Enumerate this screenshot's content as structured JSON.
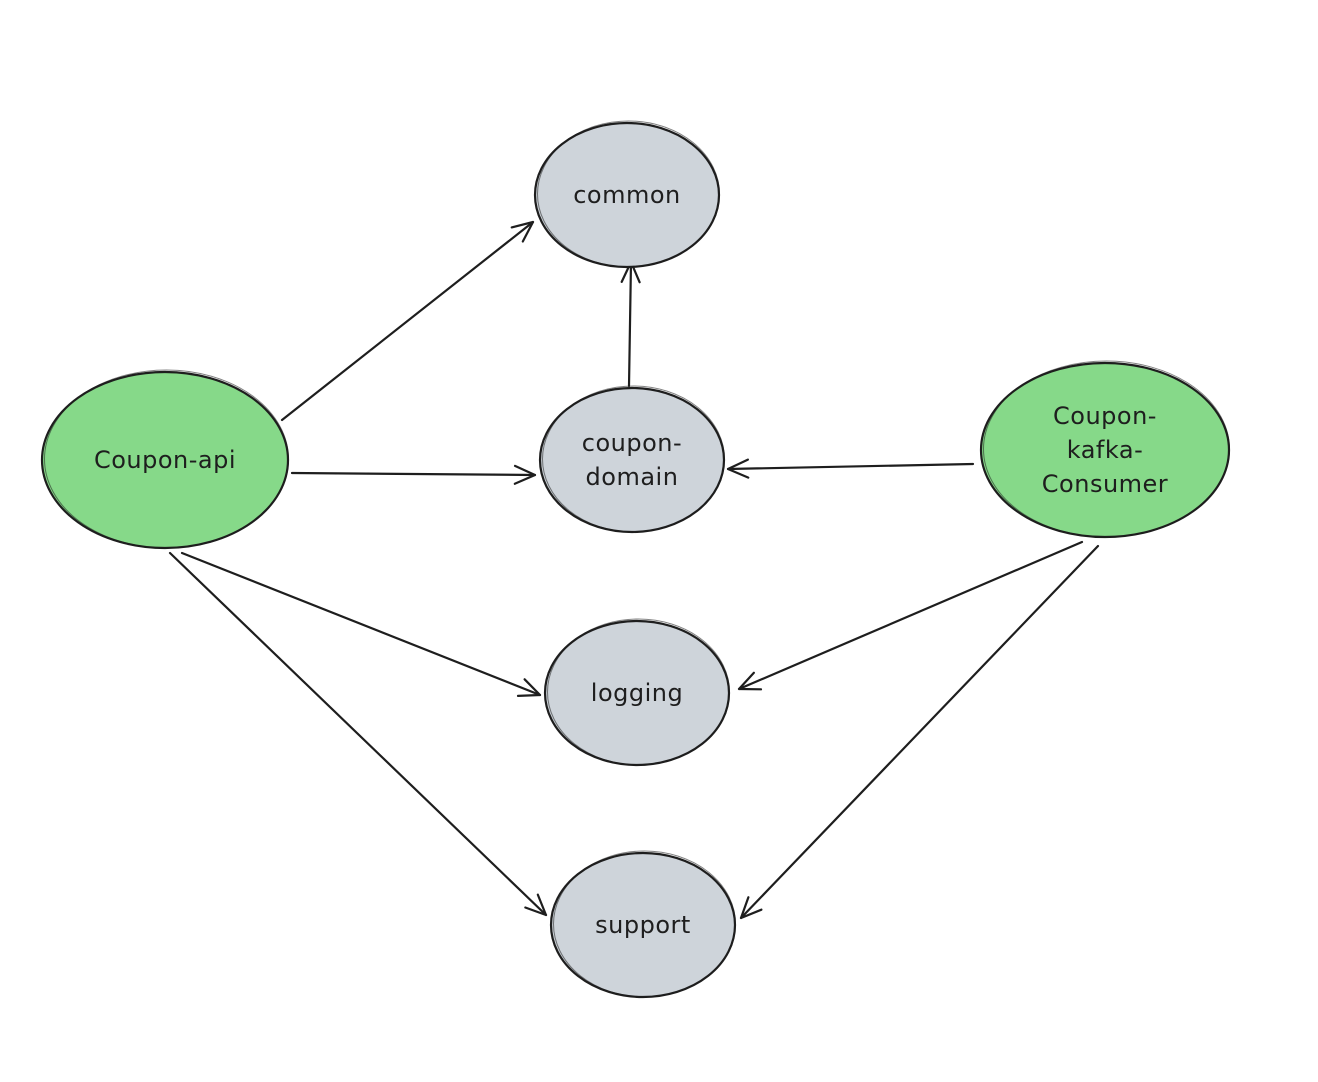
{
  "diagram": {
    "colors": {
      "primary_fill": "#86d989",
      "secondary_fill": "#ced4da",
      "stroke": "#1e1e1e",
      "background": "#ffffff"
    },
    "nodes": [
      {
        "id": "coupon-api",
        "label_lines": [
          "Coupon-api"
        ],
        "kind": "primary"
      },
      {
        "id": "common",
        "label_lines": [
          "common"
        ],
        "kind": "secondary"
      },
      {
        "id": "coupon-domain",
        "label_lines": [
          "coupon-",
          "domain"
        ],
        "kind": "secondary"
      },
      {
        "id": "coupon-kafka-consumer",
        "label_lines": [
          "Coupon-",
          "kafka-",
          "Consumer"
        ],
        "kind": "primary"
      },
      {
        "id": "logging",
        "label_lines": [
          "logging"
        ],
        "kind": "secondary"
      },
      {
        "id": "support",
        "label_lines": [
          "support"
        ],
        "kind": "secondary"
      }
    ],
    "edges": [
      {
        "from": "coupon-api",
        "to": "common"
      },
      {
        "from": "coupon-api",
        "to": "coupon-domain"
      },
      {
        "from": "coupon-api",
        "to": "logging"
      },
      {
        "from": "coupon-api",
        "to": "support"
      },
      {
        "from": "coupon-domain",
        "to": "common"
      },
      {
        "from": "coupon-kafka-consumer",
        "to": "coupon-domain"
      },
      {
        "from": "coupon-kafka-consumer",
        "to": "logging"
      },
      {
        "from": "coupon-kafka-consumer",
        "to": "support"
      }
    ]
  }
}
